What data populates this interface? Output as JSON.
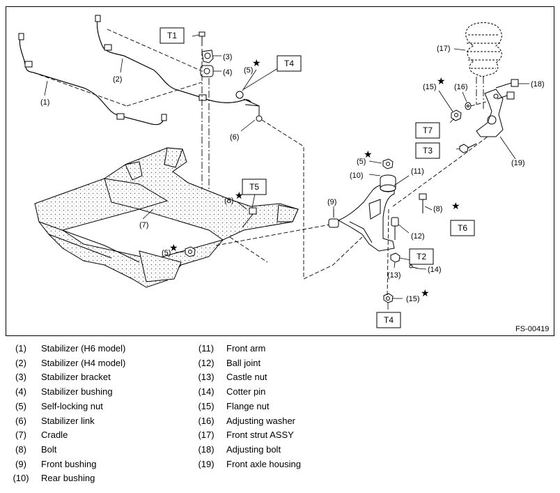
{
  "figure_code": "FS-00419",
  "torque_boxes": [
    "T1",
    "T2",
    "T3",
    "T4",
    "T5",
    "T6",
    "T7",
    "T4"
  ],
  "star_symbol": "★",
  "labels": [
    "(1)",
    "(2)",
    "(3)",
    "(4)",
    "(5)",
    "(6)",
    "(7)",
    "(8)",
    "(9)",
    "(10)",
    "(11)",
    "(12)",
    "(13)",
    "(14)",
    "(15)",
    "(16)",
    "(17)",
    "(18)",
    "(19)",
    "(5)",
    "(5)",
    "(8)",
    "(15)"
  ],
  "legend": {
    "left": [
      {
        "num": "(1)",
        "name": "Stabilizer (H6 model)"
      },
      {
        "num": "(2)",
        "name": "Stabilizer (H4 model)"
      },
      {
        "num": "(3)",
        "name": "Stabilizer bracket"
      },
      {
        "num": "(4)",
        "name": "Stabilizer bushing"
      },
      {
        "num": "(5)",
        "name": "Self-locking nut"
      },
      {
        "num": "(6)",
        "name": "Stabilizer link"
      },
      {
        "num": "(7)",
        "name": "Cradle"
      },
      {
        "num": "(8)",
        "name": "Bolt"
      },
      {
        "num": "(9)",
        "name": "Front bushing"
      },
      {
        "num": "(10)",
        "name": "Rear bushing"
      }
    ],
    "right": [
      {
        "num": "(11)",
        "name": "Front arm"
      },
      {
        "num": "(12)",
        "name": "Ball joint"
      },
      {
        "num": "(13)",
        "name": "Castle nut"
      },
      {
        "num": "(14)",
        "name": "Cotter pin"
      },
      {
        "num": "(15)",
        "name": "Flange nut"
      },
      {
        "num": "(16)",
        "name": "Adjusting washer"
      },
      {
        "num": "(17)",
        "name": "Front strut ASSY"
      },
      {
        "num": "(18)",
        "name": "Adjusting bolt"
      },
      {
        "num": "(19)",
        "name": "Front axle housing"
      }
    ]
  }
}
